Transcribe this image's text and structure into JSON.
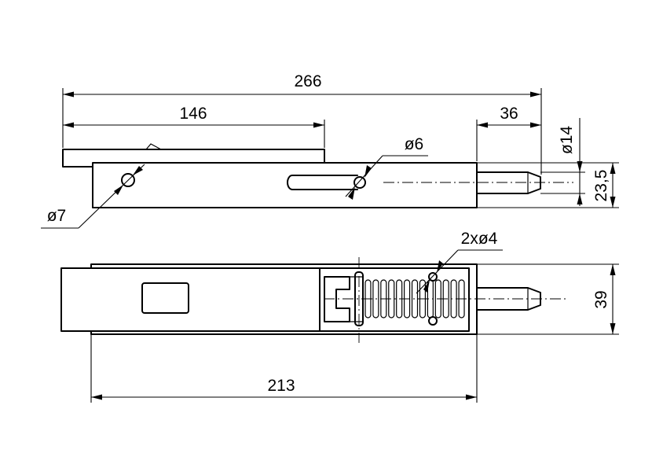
{
  "dimensions": {
    "total_length": "266",
    "slot_length": "146",
    "bolt_length": "36",
    "bolt_diameter": "ø14",
    "height_side": "23,5",
    "hole_large": "ø7",
    "hole_slot": "ø6",
    "holes_spring": "2xø4",
    "width_top": "39",
    "body_length": "213"
  }
}
